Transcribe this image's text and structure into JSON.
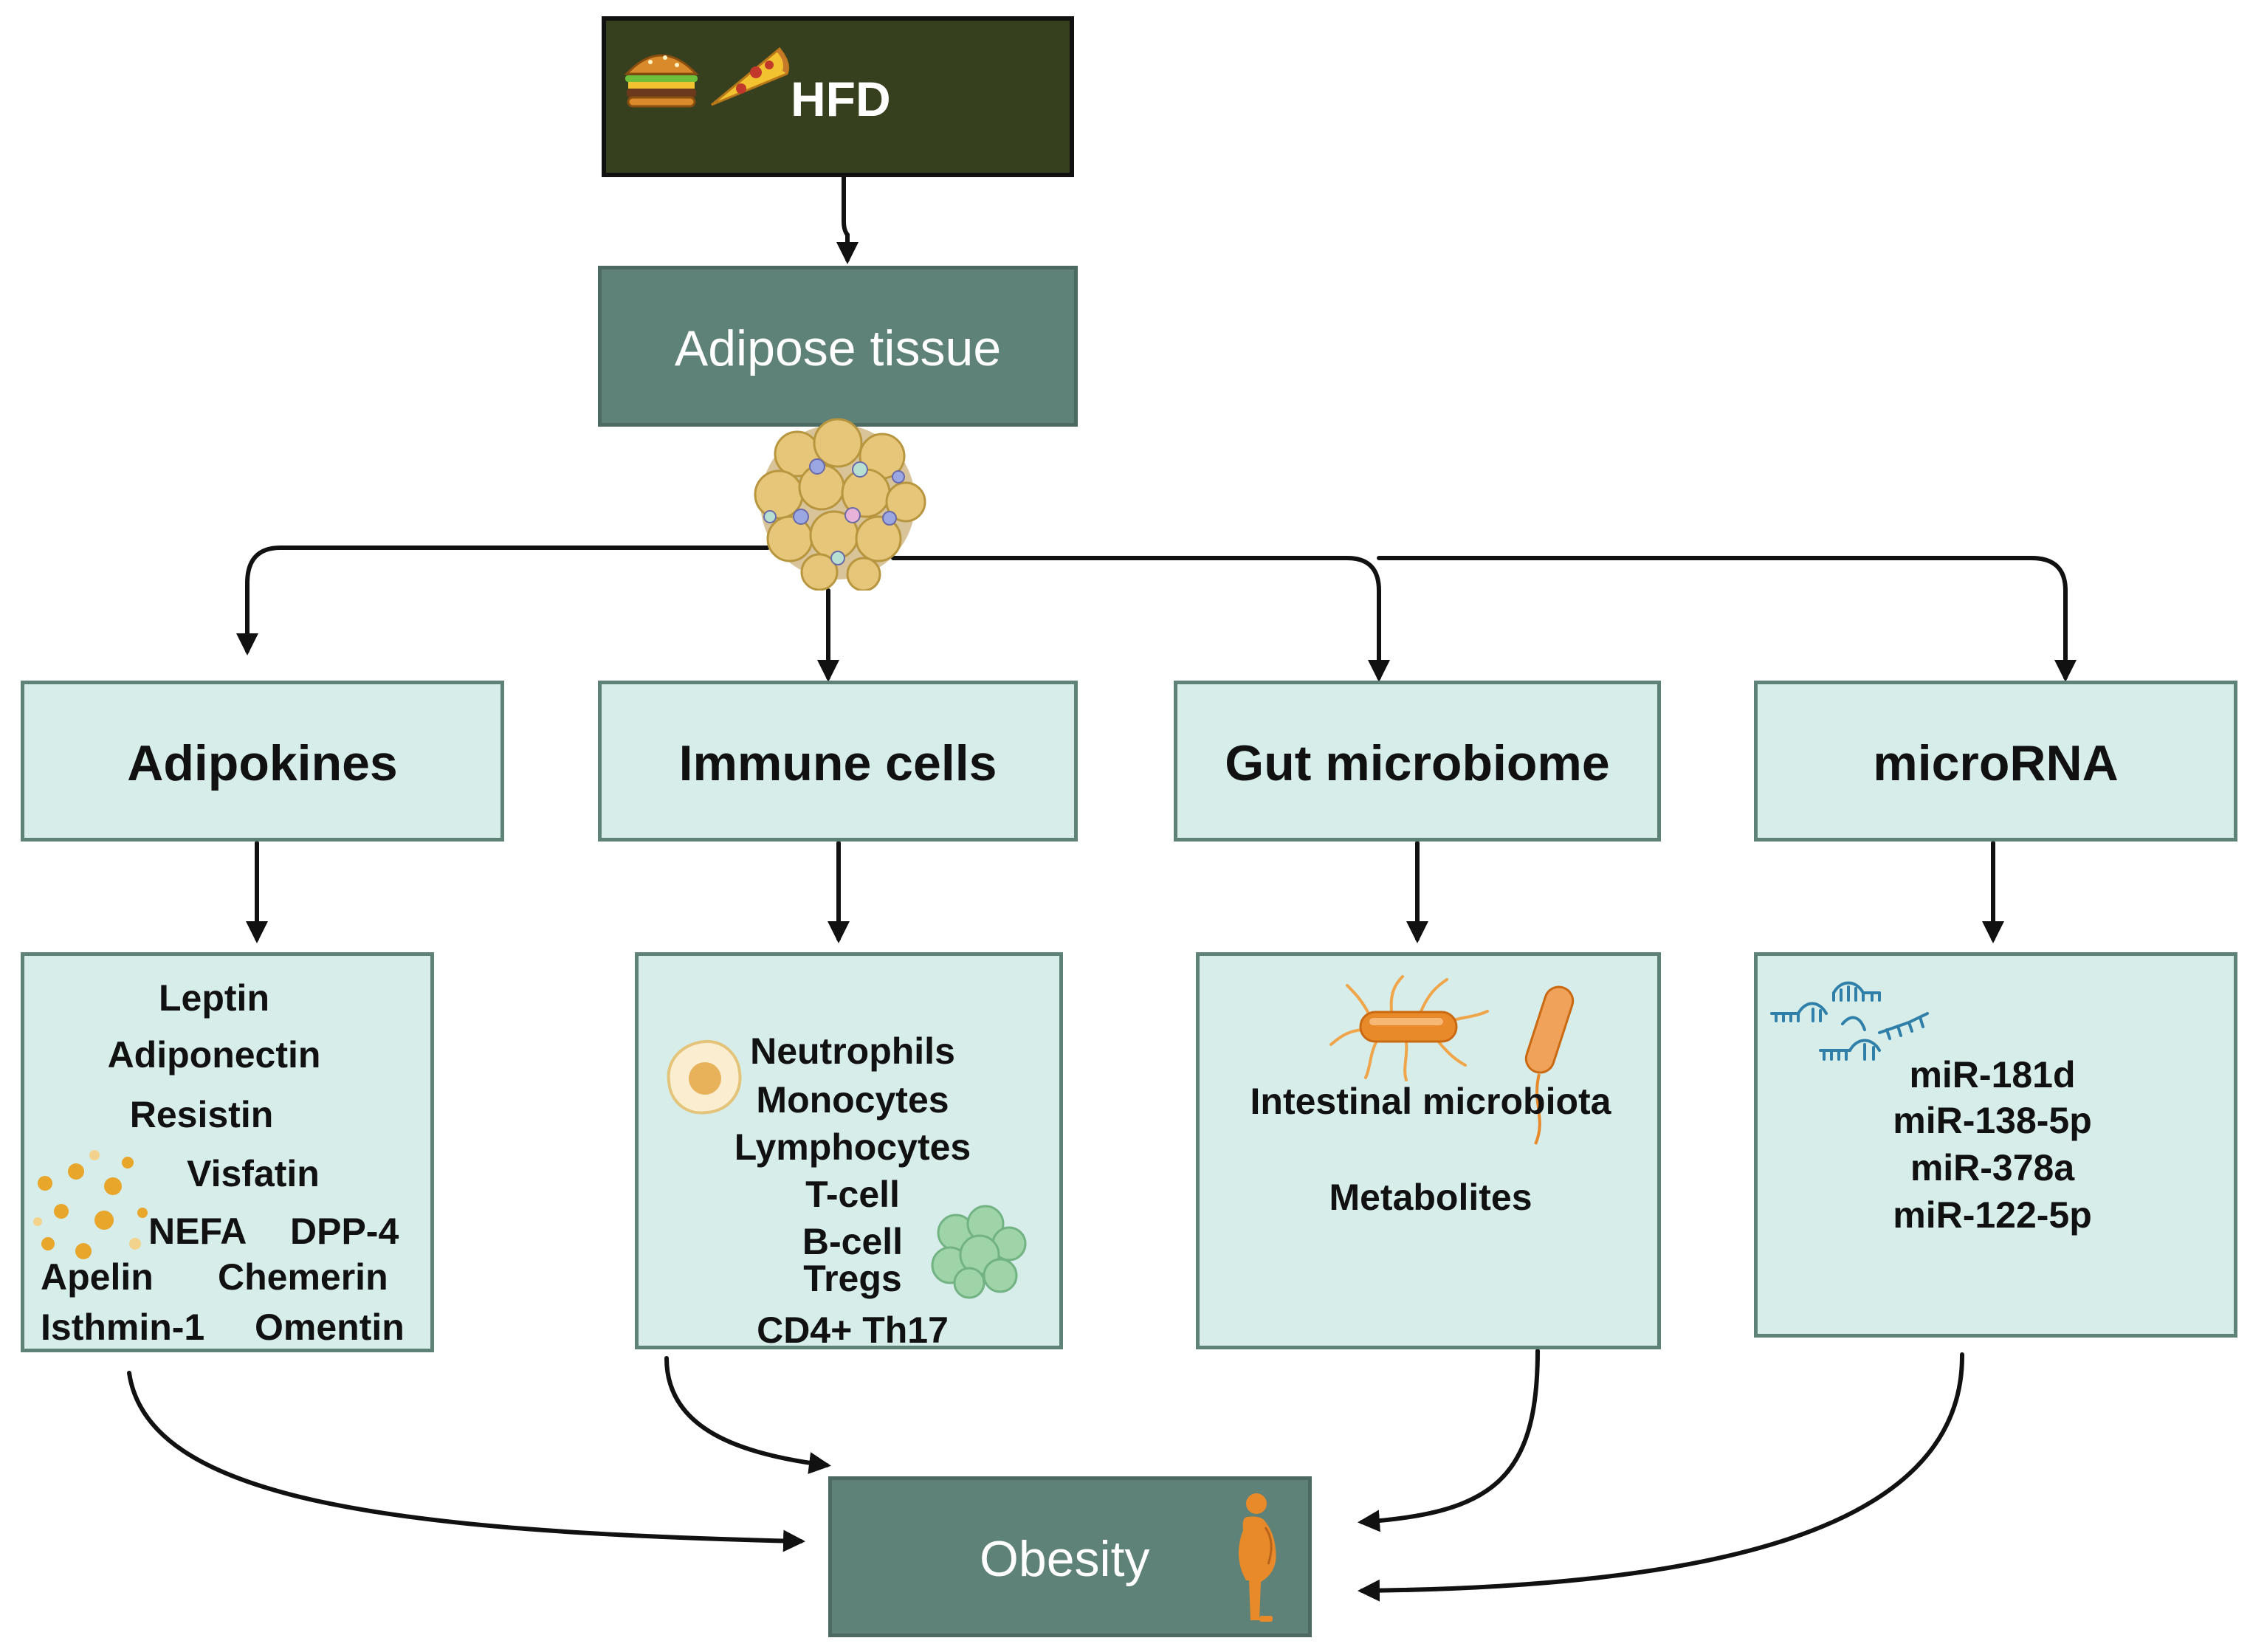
{
  "input": {
    "label": "HFD"
  },
  "source": {
    "label": "Adipose tissue"
  },
  "categories": [
    {
      "label": "Adipokines"
    },
    {
      "label": "Immune cells"
    },
    {
      "label": "Gut microbiome"
    },
    {
      "label": "microRNA"
    }
  ],
  "adipokines": {
    "items": [
      "Leptin",
      "Adiponectin",
      "Resistin",
      "Visfatin",
      "NEFA",
      "DPP-4",
      "Apelin",
      "Chemerin",
      "Isthmin-1",
      "Omentin"
    ]
  },
  "immune_cells": {
    "items": [
      "Neutrophils",
      "Monocytes",
      "Lymphocytes",
      "T-cell",
      "B-cell",
      "Tregs",
      "CD4+ Th17"
    ]
  },
  "gut_microbiome": {
    "items": [
      "Intestinal microbiota",
      "Metabolites"
    ]
  },
  "microrna": {
    "items": [
      "miR-181d",
      "miR-138-5p",
      "miR-378a",
      "miR-122-5p"
    ]
  },
  "outcome": {
    "label": "Obesity"
  },
  "colors": {
    "hfd_box": "#36401f",
    "dark_teal": "#5e8278",
    "light_teal": "#d6edea",
    "orange": "#e8892a",
    "arrow": "#111111"
  },
  "icons": [
    "burger-icon",
    "pizza-icon",
    "adipocyte-cluster-icon",
    "neutrophil-icon",
    "cell-cluster-icon",
    "bacterium-icon",
    "rod-bacterium-icon",
    "microrna-icon",
    "particles-icon",
    "obese-person-icon"
  ]
}
